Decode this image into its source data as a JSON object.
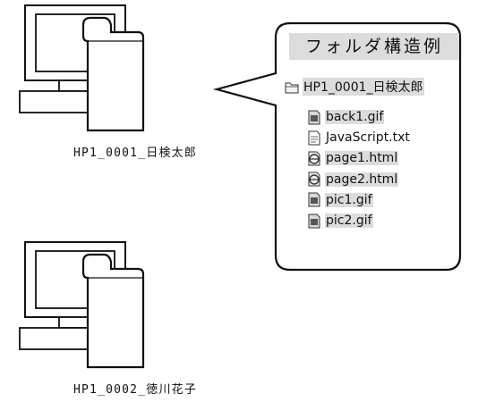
{
  "pc1": {
    "label": "HP1_0001_日検太郎"
  },
  "pc2": {
    "label": "HP1_0002_徳川花子"
  },
  "callout": {
    "title": "フォルダ構造例",
    "root_folder": "HP1_0001_日検太郎",
    "files": [
      {
        "name": "back1.gif",
        "icon": "image-file-icon",
        "highlight": true
      },
      {
        "name": "JavaScript.txt",
        "icon": "text-file-icon",
        "highlight": false
      },
      {
        "name": "page1.html",
        "icon": "html-file-icon",
        "highlight": true
      },
      {
        "name": "page2.html",
        "icon": "html-file-icon",
        "highlight": true
      },
      {
        "name": "pic1.gif",
        "icon": "image-file-icon",
        "highlight": true
      },
      {
        "name": "pic2.gif",
        "icon": "image-file-icon",
        "highlight": true
      }
    ]
  }
}
